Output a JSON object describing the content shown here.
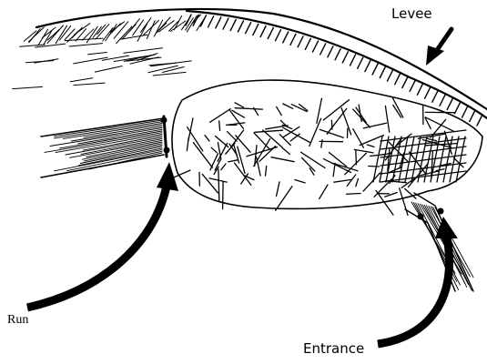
{
  "labels": {
    "levee": "Levee",
    "run": "Run",
    "entrance": "Entrance"
  },
  "icons": {
    "levee_arrow": "arrow-down-left-icon",
    "run_arrow": "curved-arrow-up-icon",
    "entrance_arrow": "curved-arrow-up-icon"
  },
  "colors": {
    "ink": "#000000",
    "background": "#ffffff"
  }
}
